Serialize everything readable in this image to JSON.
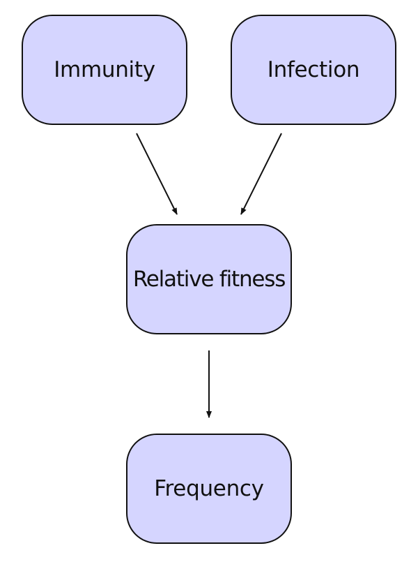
{
  "diagram": {
    "nodes": {
      "immunity": "Immunity",
      "infection": "Infection",
      "fitness": "Relative fitness",
      "frequency": "Frequency"
    },
    "edges": [
      {
        "from": "immunity",
        "to": "fitness"
      },
      {
        "from": "infection",
        "to": "fitness"
      },
      {
        "from": "fitness",
        "to": "frequency"
      }
    ],
    "colors": {
      "node_fill": "#d5d5ff",
      "node_border": "#111111",
      "arrow": "#111111"
    }
  }
}
